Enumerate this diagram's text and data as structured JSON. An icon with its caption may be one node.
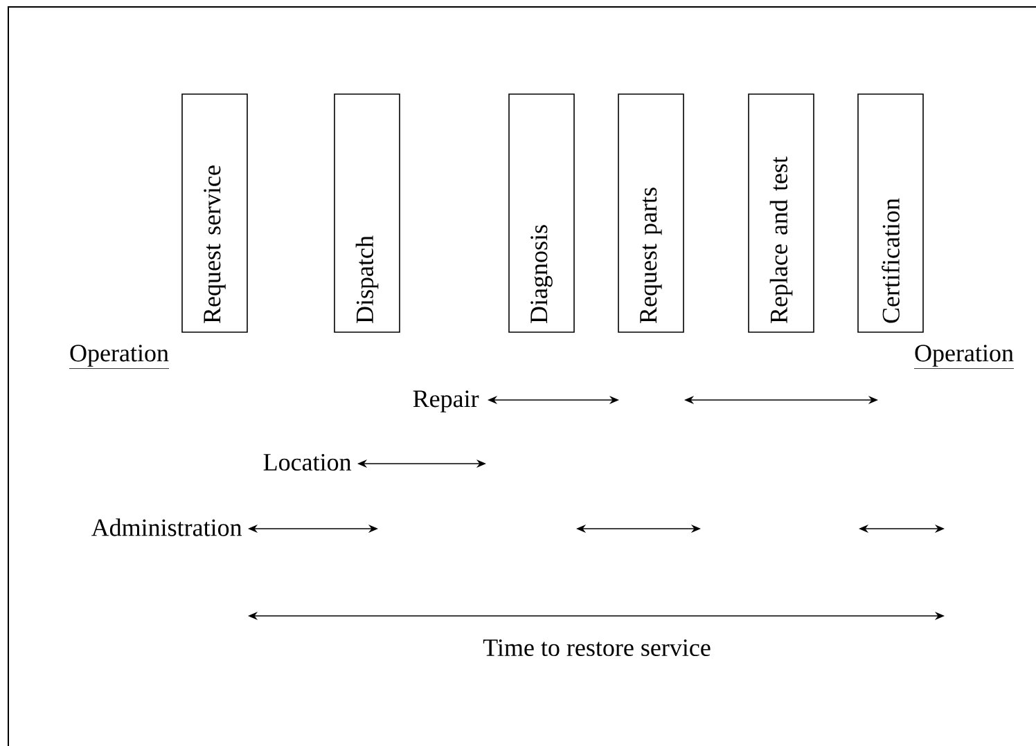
{
  "diagram": {
    "nodes": [
      {
        "text": [
          "Request service"
        ]
      },
      {
        "text": [
          "Dispatch"
        ]
      },
      {
        "text": [
          "Diagnosis"
        ]
      },
      {
        "text": [
          "Request parts"
        ]
      },
      {
        "text": [
          "Replace and test"
        ]
      },
      {
        "text": [
          "Certification"
        ]
      }
    ],
    "labels": [
      "Operation",
      "Operation",
      "Repair",
      "Location",
      "Administration",
      "Time to restore service"
    ]
  }
}
